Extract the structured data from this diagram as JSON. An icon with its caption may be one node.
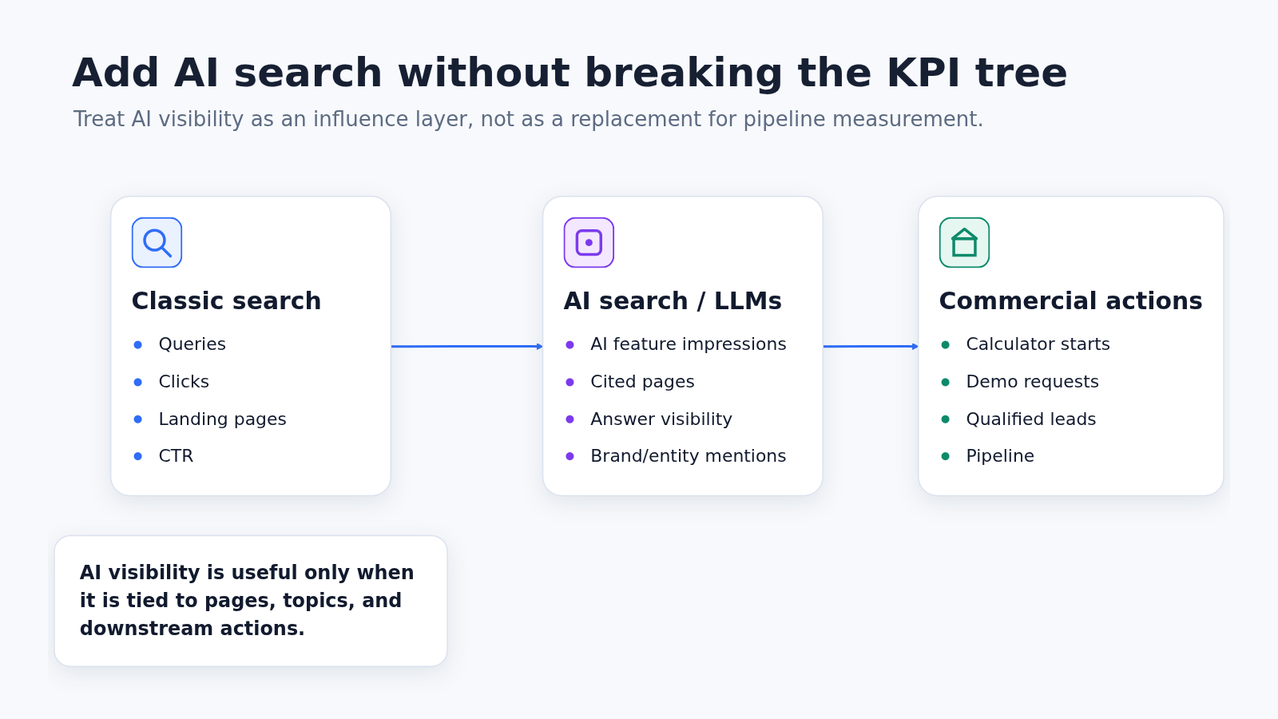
{
  "diagram": {
    "title": "Add AI search without breaking the KPI tree",
    "nodes": [
      {
        "text": [
          "Classic search",
          "Queries",
          "Clicks",
          "Landing pages",
          "CTR"
        ]
      },
      {
        "text": [
          "AI search / LLMs",
          "AI feature impressions",
          "Cited pages",
          "Answer visibility",
          "Brand/entity mentions"
        ]
      },
      {
        "text": [
          "Commercial actions",
          "Calculator starts",
          "Demo requests",
          "Qualified leads",
          "Pipeline"
        ]
      },
      {
        "text": [
          "AI visibility is useful only when it is tied to pages, topics, and downstream actions."
        ]
      }
    ],
    "edges": [
      {
        "from": 0,
        "to": 1,
        "arrow": "to"
      },
      {
        "from": 1,
        "to": 2,
        "arrow": "to"
      }
    ],
    "labels": [
      "Treat AI visibility as an influence layer, not as a replacement for pipeline measurement."
    ]
  }
}
